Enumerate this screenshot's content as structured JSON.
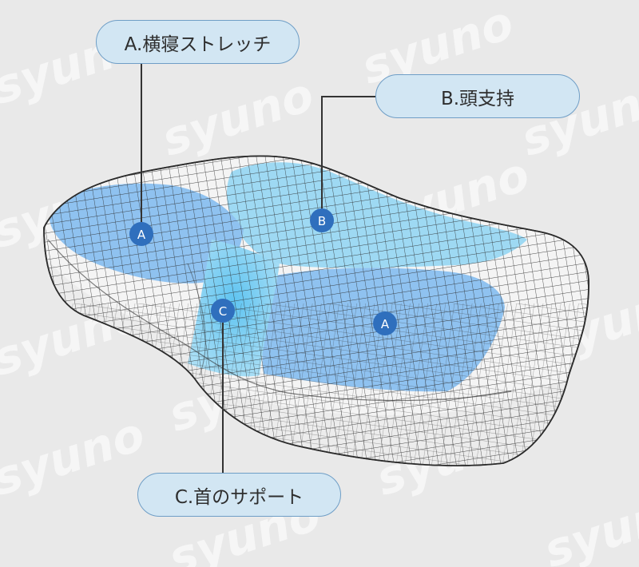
{
  "callouts": {
    "a": "A.横寝ストレッチ",
    "b": "B.頭支持",
    "c": "C.首のサポート"
  },
  "markers": {
    "a_left": "A",
    "a_right": "A",
    "b": "B",
    "c": "C"
  },
  "watermark": "syuno",
  "colors": {
    "background": "#e9e9e9",
    "callout_fill": "#d2e6f3",
    "callout_border": "#6f9ec6",
    "marker_fill": "#2f6fbd",
    "zone_a": "#8fc2f0",
    "zone_b": "#9ed9f3",
    "zone_c": "#7fd0f2",
    "mesh_line": "#2b2b2b"
  }
}
